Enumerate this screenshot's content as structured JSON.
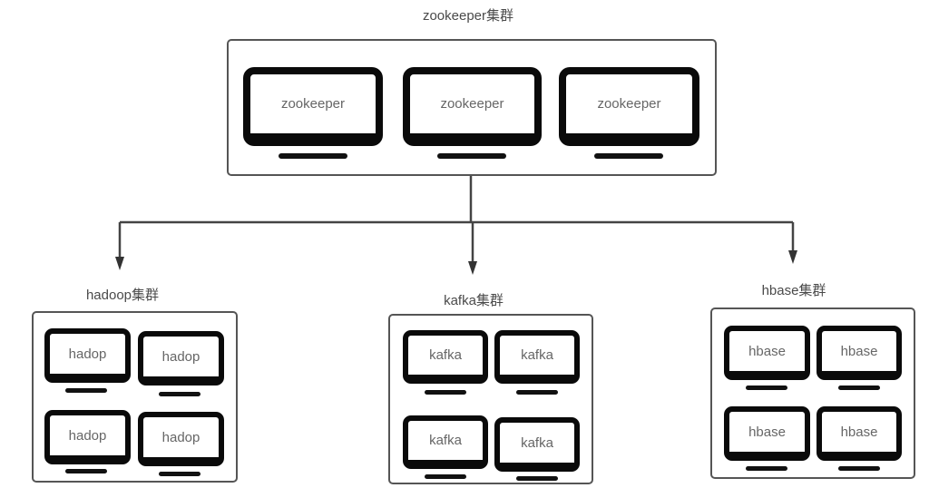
{
  "diagram": {
    "root": {
      "title": "zookeeper集群",
      "nodes": [
        "zookeeper",
        "zookeeper",
        "zookeeper"
      ]
    },
    "children": [
      {
        "id": "hadoop",
        "title": "hadoop集群",
        "nodes": [
          "hadop",
          "hadop",
          "hadop",
          "hadop"
        ]
      },
      {
        "id": "kafka",
        "title": "kafka集群",
        "nodes": [
          "kafka",
          "kafka",
          "kafka",
          "kafka"
        ]
      },
      {
        "id": "hbase",
        "title": "hbase集群",
        "nodes": [
          "hbase",
          "hbase",
          "hbase",
          "hbase"
        ]
      }
    ],
    "edges": [
      {
        "from": "zookeeper集群",
        "to": "hadoop集群"
      },
      {
        "from": "zookeeper集群",
        "to": "kafka集群"
      },
      {
        "from": "zookeeper集群",
        "to": "hbase集群"
      }
    ]
  }
}
